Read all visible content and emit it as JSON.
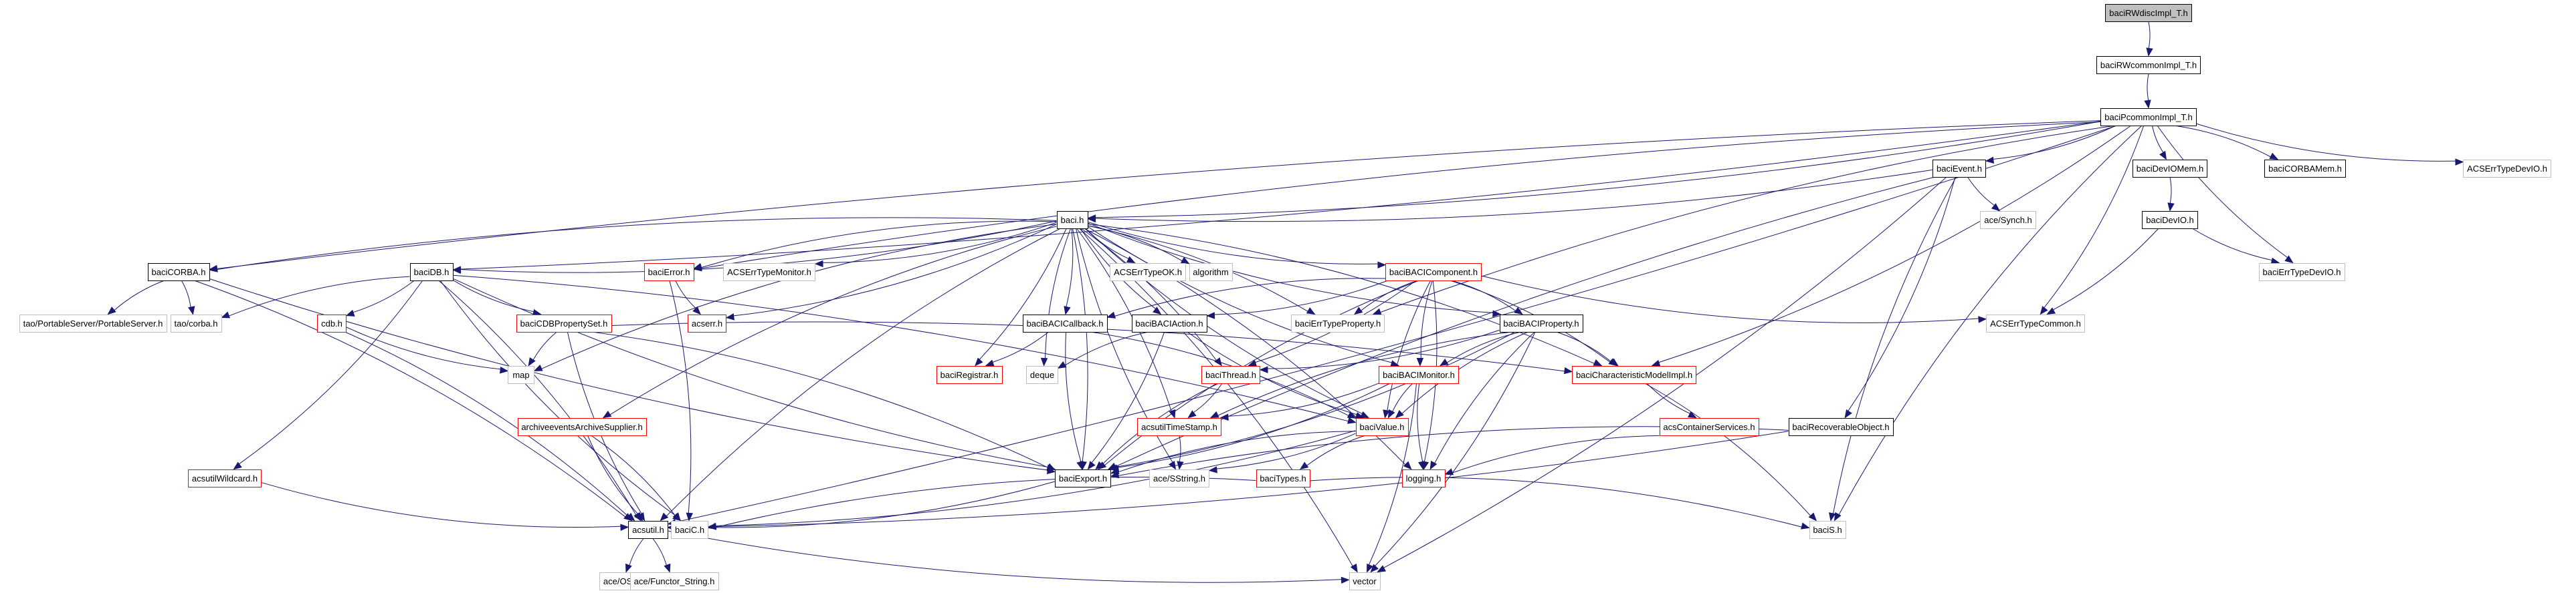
{
  "title": "baciRWdiscImpl_T.h include dependency graph",
  "colors": {
    "edge": "#191970",
    "root_fill": "#bfbfbf",
    "documented_border": "#000000",
    "undocumented_border": "#ff0000",
    "external_border": "#bfbfbf"
  },
  "nodes": [
    {
      "id": "baciRWdiscImpl_T",
      "label": "baciRWdiscImpl_T.h",
      "kind": "root"
    },
    {
      "id": "baciRWcommonImpl_T",
      "label": "baciRWcommonImpl_T.h",
      "kind": "black"
    },
    {
      "id": "baciPcommonImpl_T",
      "label": "baciPcommonImpl_T.h",
      "kind": "black"
    },
    {
      "id": "baciEvent",
      "label": "baciEvent.h",
      "kind": "black"
    },
    {
      "id": "baciDevIOMem",
      "label": "baciDevIOMem.h",
      "kind": "black"
    },
    {
      "id": "baciCORBAMem",
      "label": "baciCORBAMem.h",
      "kind": "black"
    },
    {
      "id": "ACSErrTypeDevIO",
      "label": "ACSErrTypeDevIO.h",
      "kind": "gray"
    },
    {
      "id": "aceSynch",
      "label": "ace/Synch.h",
      "kind": "gray"
    },
    {
      "id": "baciDevIO",
      "label": "baciDevIO.h",
      "kind": "black"
    },
    {
      "id": "baciErrTypeDevIO",
      "label": "baciErrTypeDevIO.h",
      "kind": "gray"
    },
    {
      "id": "baci",
      "label": "baci.h",
      "kind": "black"
    },
    {
      "id": "baciCORBA",
      "label": "baciCORBA.h",
      "kind": "black"
    },
    {
      "id": "baciDB",
      "label": "baciDB.h",
      "kind": "black"
    },
    {
      "id": "baciError",
      "label": "baciError.h",
      "kind": "red"
    },
    {
      "id": "ACSErrTypeMonitor",
      "label": "ACSErrTypeMonitor.h",
      "kind": "gray"
    },
    {
      "id": "ACSErrTypeOK",
      "label": "ACSErrTypeOK.h",
      "kind": "gray"
    },
    {
      "id": "algorithm",
      "label": "algorithm",
      "kind": "gray"
    },
    {
      "id": "baciBACIComponent",
      "label": "baciBACIComponent.h",
      "kind": "red"
    },
    {
      "id": "taoPortableServer",
      "label": "tao/PortableServer/PortableServer.h",
      "kind": "gray"
    },
    {
      "id": "taoCorba",
      "label": "tao/corba.h",
      "kind": "gray"
    },
    {
      "id": "cdb",
      "label": "cdb.h",
      "kind": "red"
    },
    {
      "id": "baciCDBPropertySet",
      "label": "baciCDBPropertySet.h",
      "kind": "red"
    },
    {
      "id": "acserr",
      "label": "acserr.h",
      "kind": "red"
    },
    {
      "id": "baciBACICallback",
      "label": "baciBACICallback.h",
      "kind": "black"
    },
    {
      "id": "baciBACIAction",
      "label": "baciBACIAction.h",
      "kind": "black"
    },
    {
      "id": "baciErrTypeProperty",
      "label": "baciErrTypeProperty.h",
      "kind": "gray"
    },
    {
      "id": "baciBACIProperty",
      "label": "baciBACIProperty.h",
      "kind": "black"
    },
    {
      "id": "ACSErrTypeCommon",
      "label": "ACSErrTypeCommon.h",
      "kind": "gray"
    },
    {
      "id": "map",
      "label": "map",
      "kind": "gray"
    },
    {
      "id": "baciRegistrar",
      "label": "baciRegistrar.h",
      "kind": "red"
    },
    {
      "id": "deque",
      "label": "deque",
      "kind": "gray"
    },
    {
      "id": "baciThread",
      "label": "baciThread.h",
      "kind": "red"
    },
    {
      "id": "baciBACIMonitor",
      "label": "baciBACIMonitor.h",
      "kind": "red"
    },
    {
      "id": "baciCharacteristicModelImpl",
      "label": "baciCharacteristicModelImpl.h",
      "kind": "red"
    },
    {
      "id": "archiveeventsArchiveSupplier",
      "label": "archiveeventsArchiveSupplier.h",
      "kind": "red"
    },
    {
      "id": "acsutilTimeStamp",
      "label": "acsutilTimeStamp.h",
      "kind": "red"
    },
    {
      "id": "baciValue",
      "label": "baciValue.h",
      "kind": "red"
    },
    {
      "id": "acsContainerServices",
      "label": "acsContainerServices.h",
      "kind": "red"
    },
    {
      "id": "baciRecoverableObject",
      "label": "baciRecoverableObject.h",
      "kind": "black"
    },
    {
      "id": "acsutilWildcard",
      "label": "acsutilWildcard.h",
      "kind": "red"
    },
    {
      "id": "baciExport",
      "label": "baciExport.h",
      "kind": "black"
    },
    {
      "id": "aceSString",
      "label": "ace/SString.h",
      "kind": "gray"
    },
    {
      "id": "baciTypes",
      "label": "baciTypes.h",
      "kind": "red"
    },
    {
      "id": "logging",
      "label": "logging.h",
      "kind": "red"
    },
    {
      "id": "acsutil",
      "label": "acsutil.h",
      "kind": "black"
    },
    {
      "id": "baciC",
      "label": "baciC.h",
      "kind": "gray"
    },
    {
      "id": "baciS",
      "label": "baciS.h",
      "kind": "gray"
    },
    {
      "id": "aceOS",
      "label": "ace/OS.h",
      "kind": "gray"
    },
    {
      "id": "aceFunctorString",
      "label": "ace/Functor_String.h",
      "kind": "gray"
    },
    {
      "id": "vector",
      "label": "vector",
      "kind": "gray"
    }
  ],
  "edges": [
    [
      "baciRWdiscImpl_T",
      "baciRWcommonImpl_T"
    ],
    [
      "baciRWcommonImpl_T",
      "baciPcommonImpl_T"
    ],
    [
      "baciPcommonImpl_T",
      "baciEvent"
    ],
    [
      "baciPcommonImpl_T",
      "baciDevIOMem"
    ],
    [
      "baciPcommonImpl_T",
      "baciCORBAMem"
    ],
    [
      "baciPcommonImpl_T",
      "ACSErrTypeDevIO"
    ],
    [
      "baciPcommonImpl_T",
      "baci"
    ],
    [
      "baciPcommonImpl_T",
      "baciCORBA"
    ],
    [
      "baciPcommonImpl_T",
      "baciDB"
    ],
    [
      "baciPcommonImpl_T",
      "baciErrTypeDevIO"
    ],
    [
      "baciPcommonImpl_T",
      "ACSErrTypeCommon"
    ],
    [
      "baciPcommonImpl_T",
      "baciErrTypeProperty"
    ],
    [
      "baciPcommonImpl_T",
      "baciCharacteristicModelImpl"
    ],
    [
      "baciPcommonImpl_T",
      "baciS"
    ],
    [
      "baciPcommonImpl_T",
      "acsutil"
    ],
    [
      "baciPcommonImpl_T",
      "baciError"
    ],
    [
      "baciEvent",
      "baci"
    ],
    [
      "baciEvent",
      "aceSynch"
    ],
    [
      "baciEvent",
      "baciRecoverableObject"
    ],
    [
      "baciEvent",
      "baciS"
    ],
    [
      "baciEvent",
      "vector"
    ],
    [
      "baciEvent",
      "baciExport"
    ],
    [
      "baciDevIOMem",
      "baciDevIO"
    ],
    [
      "baciDevIO",
      "baciErrTypeDevIO"
    ],
    [
      "baciDevIO",
      "ACSErrTypeCommon"
    ],
    [
      "baci",
      "baciCORBA"
    ],
    [
      "baci",
      "baciDB"
    ],
    [
      "baci",
      "baciError"
    ],
    [
      "baci",
      "ACSErrTypeMonitor"
    ],
    [
      "baci",
      "ACSErrTypeOK"
    ],
    [
      "baci",
      "algorithm"
    ],
    [
      "baci",
      "baciBACIComponent"
    ],
    [
      "baci",
      "baciBACICallback"
    ],
    [
      "baci",
      "baciBACIAction"
    ],
    [
      "baci",
      "baciErrTypeProperty"
    ],
    [
      "baci",
      "baciBACIProperty"
    ],
    [
      "baci",
      "acserr"
    ],
    [
      "baci",
      "map"
    ],
    [
      "baci",
      "baciRegistrar"
    ],
    [
      "baci",
      "deque"
    ],
    [
      "baci",
      "baciThread"
    ],
    [
      "baci",
      "baciBACIMonitor"
    ],
    [
      "baci",
      "baciCharacteristicModelImpl"
    ],
    [
      "baci",
      "archiveeventsArchiveSupplier"
    ],
    [
      "baci",
      "acsutilTimeStamp"
    ],
    [
      "baci",
      "baciValue"
    ],
    [
      "baci",
      "baciExport"
    ],
    [
      "baci",
      "aceSString"
    ],
    [
      "baci",
      "logging"
    ],
    [
      "baci",
      "acsutil"
    ],
    [
      "baci",
      "vector"
    ],
    [
      "baciCORBA",
      "taoPortableServer"
    ],
    [
      "baciCORBA",
      "taoCorba"
    ],
    [
      "baciCORBA",
      "baciExport"
    ],
    [
      "baciCORBA",
      "acsutil"
    ],
    [
      "baciDB",
      "taoCorba"
    ],
    [
      "baciDB",
      "cdb"
    ],
    [
      "baciDB",
      "baciCDBPropertySet"
    ],
    [
      "baciDB",
      "acsutilWildcard"
    ],
    [
      "baciDB",
      "baciExport"
    ],
    [
      "baciDB",
      "acsutil"
    ],
    [
      "baciDB",
      "baciC"
    ],
    [
      "baciDB",
      "baciValue"
    ],
    [
      "cdb",
      "map"
    ],
    [
      "cdb",
      "acsutil"
    ],
    [
      "baciCDBPropertySet",
      "map"
    ],
    [
      "baciCDBPropertySet",
      "baciExport"
    ],
    [
      "baciCDBPropertySet",
      "acsutil"
    ],
    [
      "baciCDBPropertySet",
      "baciCharacteristicModelImpl"
    ],
    [
      "baciError",
      "acserr"
    ],
    [
      "baciError",
      "baciC"
    ],
    [
      "baciBACIComponent",
      "baciBACICallback"
    ],
    [
      "baciBACIComponent",
      "baciBACIAction"
    ],
    [
      "baciBACIComponent",
      "baciErrTypeProperty"
    ],
    [
      "baciBACIComponent",
      "baciBACIProperty"
    ],
    [
      "baciBACIComponent",
      "ACSErrTypeCommon"
    ],
    [
      "baciBACIComponent",
      "baciThread"
    ],
    [
      "baciBACIComponent",
      "baciBACIMonitor"
    ],
    [
      "baciBACIComponent",
      "baciCharacteristicModelImpl"
    ],
    [
      "baciBACIComponent",
      "baciValue"
    ],
    [
      "baciBACIComponent",
      "logging"
    ],
    [
      "baciBACIComponent",
      "baciExport"
    ],
    [
      "baciBACICallback",
      "baciRegistrar"
    ],
    [
      "baciBACICallback",
      "baciExport"
    ],
    [
      "baciBACICallback",
      "baciValue"
    ],
    [
      "baciBACIAction",
      "deque"
    ],
    [
      "baciBACIAction",
      "baciExport"
    ],
    [
      "baciBACIAction",
      "baciValue"
    ],
    [
      "baciBACIProperty",
      "baciThread"
    ],
    [
      "baciBACIProperty",
      "baciBACIMonitor"
    ],
    [
      "baciBACIProperty",
      "baciCharacteristicModelImpl"
    ],
    [
      "baciBACIProperty",
      "baciValue"
    ],
    [
      "baciBACIProperty",
      "baciExport"
    ],
    [
      "baciBACIProperty",
      "logging"
    ],
    [
      "baciBACIProperty",
      "vector"
    ],
    [
      "baciBACIProperty",
      "acsutilTimeStamp"
    ],
    [
      "baciThread",
      "acsutilTimeStamp"
    ],
    [
      "baciThread",
      "baciExport"
    ],
    [
      "baciBACIMonitor",
      "acsutilTimeStamp"
    ],
    [
      "baciBACIMonitor",
      "baciValue"
    ],
    [
      "baciBACIMonitor",
      "baciExport"
    ],
    [
      "baciBACIMonitor",
      "logging"
    ],
    [
      "baciBACIMonitor",
      "vector"
    ],
    [
      "baciCharacteristicModelImpl",
      "acsContainerServices"
    ],
    [
      "baciCharacteristicModelImpl",
      "baciS"
    ],
    [
      "acsContainerServices",
      "logging"
    ],
    [
      "archiveeventsArchiveSupplier",
      "baciC"
    ],
    [
      "archiveeventsArchiveSupplier",
      "acsutil"
    ],
    [
      "acsutilTimeStamp",
      "aceSString"
    ],
    [
      "baciValue",
      "baciExport"
    ],
    [
      "baciValue",
      "aceSString"
    ],
    [
      "baciValue",
      "baciTypes"
    ],
    [
      "baciValue",
      "baciC"
    ],
    [
      "baciRecoverableObject",
      "baciExport"
    ],
    [
      "baciRecoverableObject",
      "acsutil"
    ],
    [
      "acsutilWildcard",
      "acsutil"
    ],
    [
      "baciExport",
      "acsutil"
    ],
    [
      "baciTypes",
      "baciC"
    ],
    [
      "baciTypes",
      "baciS"
    ],
    [
      "acsutil",
      "aceOS"
    ],
    [
      "acsutil",
      "aceFunctorString"
    ],
    [
      "acsutil",
      "vector"
    ]
  ]
}
